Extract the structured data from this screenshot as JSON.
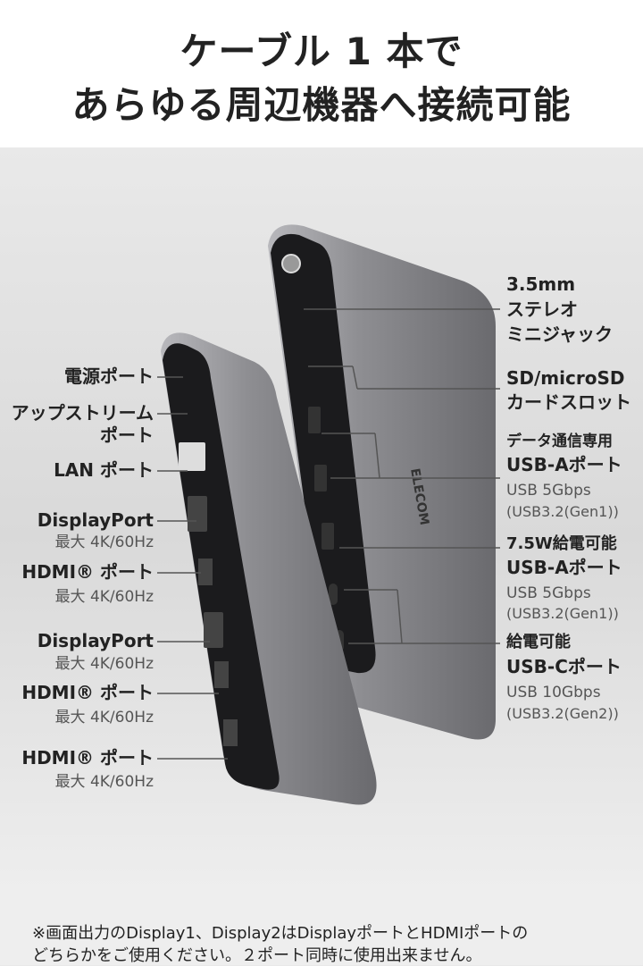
{
  "header": {
    "title_line1": "ケーブル 1 本で",
    "title_line2": "あらゆる周辺機器へ接続可能"
  },
  "brand_logo": "ELECOM",
  "left_labels": [
    {
      "name": "電源ポート"
    },
    {
      "name": "アップストリーム",
      "name2": "ポート"
    },
    {
      "name": "LAN ポート"
    },
    {
      "name": "DisplayPort",
      "spec": "最大 4K/60Hz"
    },
    {
      "name": "HDMI® ポート",
      "spec": "最大 4K/60Hz"
    },
    {
      "name": "DisplayPort",
      "spec": "最大 4K/60Hz"
    },
    {
      "name": "HDMI® ポート",
      "spec": "最大 4K/60Hz"
    },
    {
      "name": "HDMI® ポート",
      "spec": "最大 4K/60Hz"
    }
  ],
  "right_labels": [
    {
      "l1": "3.5mm",
      "l2": "ステレオ",
      "l3": "ミニジャック"
    },
    {
      "l1": "SD/microSD",
      "l2": "カードスロット"
    },
    {
      "l1": "データ通信専用",
      "l2": "USB-Aポート",
      "l3": "USB 5Gbps",
      "l4": "(USB3.2(Gen1))"
    },
    {
      "l1": "7.5W給電可能",
      "l2": "USB-Aポート",
      "l3": "USB 5Gbps",
      "l4": "(USB3.2(Gen1))"
    },
    {
      "l1": "給電可能",
      "l2": "USB-Cポート",
      "l3": "USB 10Gbps",
      "l4": "(USB3.2(Gen2))"
    }
  ],
  "footnote": {
    "line1": "※画面出力のDisplay1、Display2はDisplayポートとHDMIポートの",
    "line2": "どちらかをご使用ください。２ポート同時に使用出来ません。"
  }
}
